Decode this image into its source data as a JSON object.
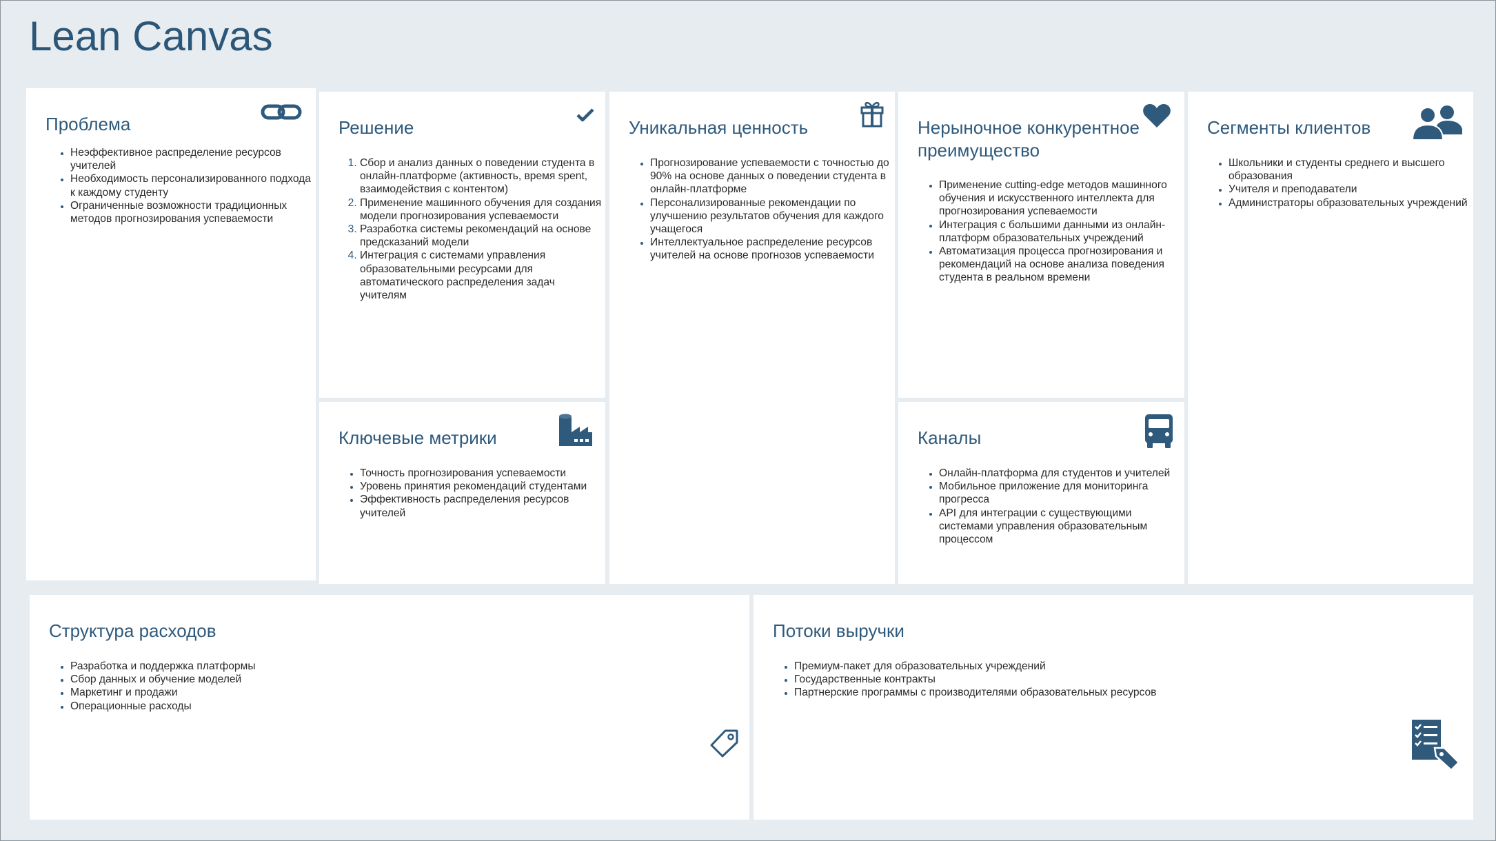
{
  "title": "Lean Canvas",
  "colors": {
    "accent": "#2f5a7c",
    "background": "#e7ecf0",
    "card": "#ffffff"
  },
  "problem": {
    "title": "Проблема",
    "icon": "link-icon",
    "items": [
      "Неэффективное распределение ресурсов учителей",
      "Необходимость персонализированного подхода к каждому студенту",
      "Ограниченные возможности традиционных методов прогнозирования успеваемости"
    ]
  },
  "solution": {
    "title": "Решение",
    "icon": "checkmark-icon",
    "items": [
      "Сбор и анализ данных о поведении студента в онлайн-платформе (активность, время spent, взаимодействия с контентом)",
      "Применение машинного обучения для создания модели прогнозирования успеваемости",
      "Разработка системы рекомендаций на основе предсказаний модели",
      "Интеграция с системами управления образовательными ресурсами для автоматического распределения задач учителям"
    ]
  },
  "uvp": {
    "title": "Уникальная ценность",
    "icon": "gift-icon",
    "items": [
      "Прогнозирование успеваемости с точностью до 90% на основе данных о поведении студента в онлайн-платформе",
      "Персонализированные рекомендации по улучшению результатов обучения для каждого учащегося",
      "Интеллектуальное распределение ресурсов учителей на основе прогнозов успеваемости"
    ]
  },
  "advantage": {
    "title_line1": "Нерыночное конкурентное",
    "title_line2": "преимущество",
    "icon": "heart-icon",
    "items": [
      "Применение cutting-edge методов машинного обучения и искусственного интеллекта для прогнозирования успеваемости",
      "Интеграция с большими данными из онлайн-платформ образовательных учреждений",
      "Автоматизация процесса прогнозирования и рекомендаций на основе анализа поведения студента в реальном времени"
    ]
  },
  "segments": {
    "title": "Сегменты клиентов",
    "icon": "users-icon",
    "items": [
      "Школьники и студенты среднего и высшего образования",
      "Учителя и преподаватели",
      "Администраторы образовательных учреждений"
    ]
  },
  "metrics": {
    "title": "Ключевые метрики",
    "icon": "factory-icon",
    "items": [
      "Точность прогнозирования успеваемости",
      "Уровень принятия рекомендаций студентами",
      "Эффективность распределения ресурсов учителей"
    ]
  },
  "channels": {
    "title": "Каналы",
    "icon": "truck-icon",
    "items": [
      "Онлайн-платформа для студентов и учителей",
      "Мобильное приложение для мониторинга прогресса",
      "API для интеграции с существующими системами управления образовательным процессом"
    ]
  },
  "costs": {
    "title": "Структура расходов",
    "icon": "price-tag-icon",
    "items": [
      "Разработка и поддержка платформы",
      "Сбор данных и обучение моделей",
      "Маркетинг и продажи",
      "Операционные расходы"
    ]
  },
  "revenue": {
    "title": "Потоки выручки",
    "icon": "checklist-tag-icon",
    "items": [
      "Премиум-пакет для образовательных учреждений",
      "Государственные контракты",
      "Партнерские программы с производителями образовательных ресурсов"
    ]
  }
}
